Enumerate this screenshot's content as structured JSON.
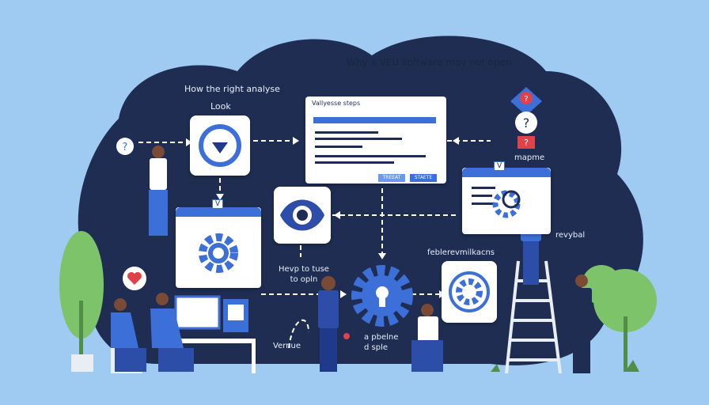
{
  "labels": {
    "why_title": "Why a VEU software may not open",
    "how_title": "How the right analyse",
    "look": "Look",
    "dialog_title": "Vallyesse steps",
    "dialog_btn_1": "TREEAT",
    "dialog_btn_2": "STAETE",
    "mapme": "mapme",
    "revybal": "revybal",
    "help": "Hevp to tuse\nto opln",
    "table": "feblerevmilkacns",
    "venue": "Vernue",
    "puzzle": "a pbelne\nd sple",
    "v_badge": "V"
  },
  "colors": {
    "sky": "#9fcbf2",
    "navy": "#1f2d52",
    "blue": "#3d6fd8",
    "red": "#e0424a",
    "green": "#7cc36a"
  }
}
